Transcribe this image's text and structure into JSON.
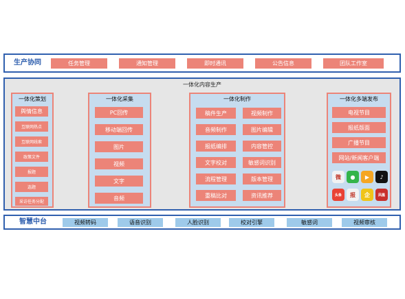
{
  "production": {
    "title": "生产协同",
    "items": [
      "任务管理",
      "通知管理",
      "即时通讯",
      "公告信息",
      "团队工作室"
    ]
  },
  "content": {
    "title": "一体化内容生产",
    "planning": {
      "title": "一体化策划",
      "items": [
        "舆情信息",
        "互联网热点",
        "互联网线索",
        "政策文件",
        "报题",
        "选题",
        "采访任务分配"
      ]
    },
    "collection": {
      "title": "一体化采集",
      "items": [
        "PC回传",
        "移动端回传",
        "图片",
        "视频",
        "文字",
        "音频"
      ]
    },
    "production": {
      "title": "一体化制作",
      "left": [
        "稿件生产",
        "音频制作",
        "报纸编排",
        "文字校对",
        "流程管理",
        "重稿比对"
      ],
      "right": [
        "视频制作",
        "图片编辑",
        "内容管控",
        "敏感词识别",
        "版本管理",
        "资讯推荐"
      ]
    },
    "publishing": {
      "title": "一体化多端发布",
      "items": [
        "电视节目",
        "报纸版面",
        "广播节目",
        "网站/新闻客户端"
      ],
      "icons": [
        {
          "name": "weibo-icon",
          "color": "#f2f2f2",
          "glyph": "微"
        },
        {
          "name": "wechat-icon",
          "color": "#33b44a",
          "glyph": "●"
        },
        {
          "name": "xigua-icon",
          "color": "#f5a623",
          "glyph": "▶"
        },
        {
          "name": "douyin-icon",
          "color": "#111111",
          "glyph": "♪"
        },
        {
          "name": "toutiao-icon",
          "color": "#e94235",
          "glyph": "头条"
        },
        {
          "name": "newspaper-icon",
          "color": "#f2f2f2",
          "glyph": "报"
        },
        {
          "name": "penguin-icon",
          "color": "#f0c419",
          "glyph": "企"
        },
        {
          "name": "fenghuang-icon",
          "color": "#c9302c",
          "glyph": "凤凰"
        }
      ]
    }
  },
  "middle": {
    "title": "智慧中台",
    "items": [
      "视频转码",
      "语音识别",
      "人脸识别",
      "校对引擎",
      "敏感词",
      "视频审核"
    ]
  }
}
